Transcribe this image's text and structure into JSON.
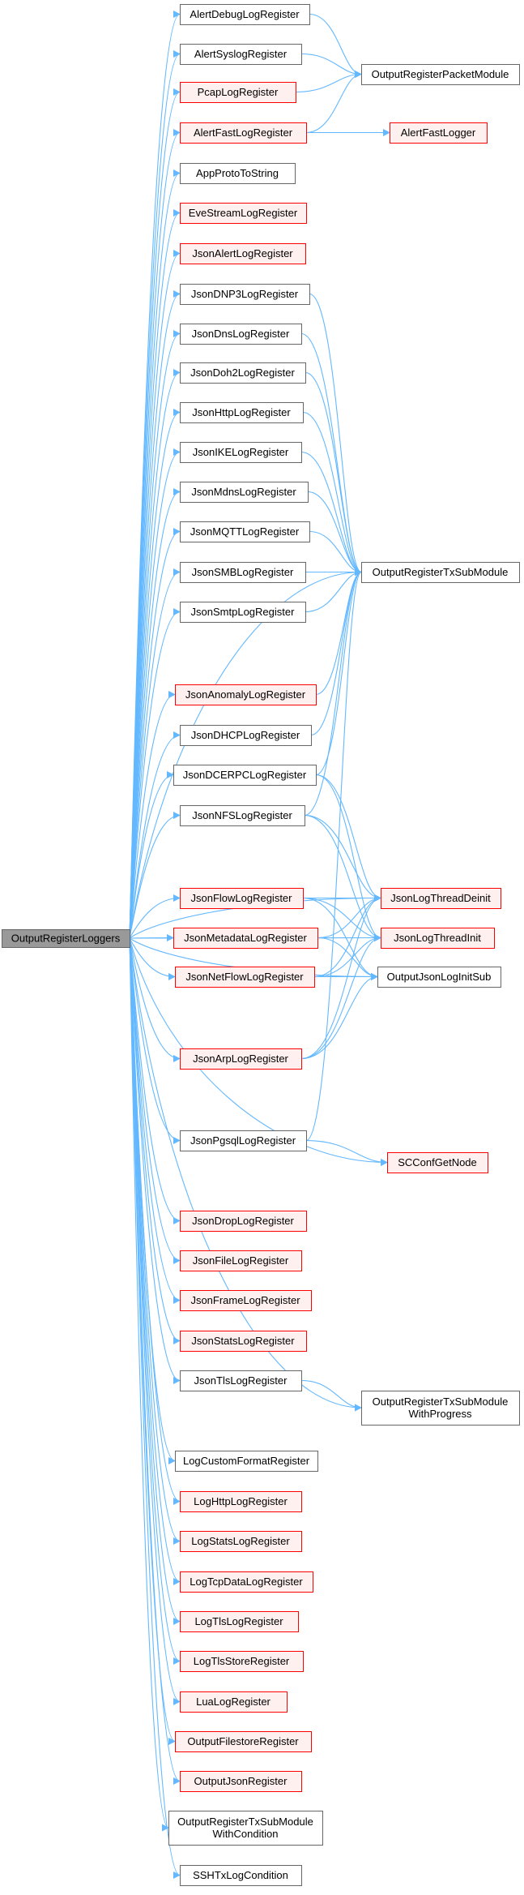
{
  "graph": {
    "root": "OutputRegisterLoggers",
    "nodes": [
      {
        "id": "OutputRegisterLoggers",
        "label": "OutputRegisterLoggers",
        "style": "root"
      },
      {
        "id": "AlertDebugLogRegister",
        "label": "AlertDebugLogRegister",
        "style": "black"
      },
      {
        "id": "AlertSyslogRegister",
        "label": "AlertSyslogRegister",
        "style": "black"
      },
      {
        "id": "PcapLogRegister",
        "label": "PcapLogRegister",
        "style": "red"
      },
      {
        "id": "AlertFastLogRegister",
        "label": "AlertFastLogRegister",
        "style": "red"
      },
      {
        "id": "AppProtoToString",
        "label": "AppProtoToString",
        "style": "black"
      },
      {
        "id": "EveStreamLogRegister",
        "label": "EveStreamLogRegister",
        "style": "red"
      },
      {
        "id": "JsonAlertLogRegister",
        "label": "JsonAlertLogRegister",
        "style": "red"
      },
      {
        "id": "JsonDNP3LogRegister",
        "label": "JsonDNP3LogRegister",
        "style": "black"
      },
      {
        "id": "JsonDnsLogRegister",
        "label": "JsonDnsLogRegister",
        "style": "black"
      },
      {
        "id": "JsonDoh2LogRegister",
        "label": "JsonDoh2LogRegister",
        "style": "black"
      },
      {
        "id": "JsonHttpLogRegister",
        "label": "JsonHttpLogRegister",
        "style": "black"
      },
      {
        "id": "JsonIKELogRegister",
        "label": "JsonIKELogRegister",
        "style": "black"
      },
      {
        "id": "JsonMdnsLogRegister",
        "label": "JsonMdnsLogRegister",
        "style": "black"
      },
      {
        "id": "JsonMQTTLogRegister",
        "label": "JsonMQTTLogRegister",
        "style": "black"
      },
      {
        "id": "JsonSMBLogRegister",
        "label": "JsonSMBLogRegister",
        "style": "black"
      },
      {
        "id": "JsonSmtpLogRegister",
        "label": "JsonSmtpLogRegister",
        "style": "black"
      },
      {
        "id": "JsonAnomalyLogRegister",
        "label": "JsonAnomalyLogRegister",
        "style": "red"
      },
      {
        "id": "JsonDHCPLogRegister",
        "label": "JsonDHCPLogRegister",
        "style": "black"
      },
      {
        "id": "JsonDCERPCLogRegister",
        "label": "JsonDCERPCLogRegister",
        "style": "black"
      },
      {
        "id": "JsonNFSLogRegister",
        "label": "JsonNFSLogRegister",
        "style": "black"
      },
      {
        "id": "JsonFlowLogRegister",
        "label": "JsonFlowLogRegister",
        "style": "red"
      },
      {
        "id": "JsonMetadataLogRegister",
        "label": "JsonMetadataLogRegister",
        "style": "red"
      },
      {
        "id": "JsonNetFlowLogRegister",
        "label": "JsonNetFlowLogRegister",
        "style": "red"
      },
      {
        "id": "JsonArpLogRegister",
        "label": "JsonArpLogRegister",
        "style": "red"
      },
      {
        "id": "JsonPgsqlLogRegister",
        "label": "JsonPgsqlLogRegister",
        "style": "black"
      },
      {
        "id": "JsonDropLogRegister",
        "label": "JsonDropLogRegister",
        "style": "red"
      },
      {
        "id": "JsonFileLogRegister",
        "label": "JsonFileLogRegister",
        "style": "red"
      },
      {
        "id": "JsonFrameLogRegister",
        "label": "JsonFrameLogRegister",
        "style": "red"
      },
      {
        "id": "JsonStatsLogRegister",
        "label": "JsonStatsLogRegister",
        "style": "red"
      },
      {
        "id": "JsonTlsLogRegister",
        "label": "JsonTlsLogRegister",
        "style": "black"
      },
      {
        "id": "LogCustomFormatRegister",
        "label": "LogCustomFormatRegister",
        "style": "black"
      },
      {
        "id": "LogHttpLogRegister",
        "label": "LogHttpLogRegister",
        "style": "red"
      },
      {
        "id": "LogStatsLogRegister",
        "label": "LogStatsLogRegister",
        "style": "red"
      },
      {
        "id": "LogTcpDataLogRegister",
        "label": "LogTcpDataLogRegister",
        "style": "red"
      },
      {
        "id": "LogTlsLogRegister",
        "label": "LogTlsLogRegister",
        "style": "red"
      },
      {
        "id": "LogTlsStoreRegister",
        "label": "LogTlsStoreRegister",
        "style": "red"
      },
      {
        "id": "LuaLogRegister",
        "label": "LuaLogRegister",
        "style": "red"
      },
      {
        "id": "OutputFilestoreRegister",
        "label": "OutputFilestoreRegister",
        "style": "red"
      },
      {
        "id": "OutputJsonRegister",
        "label": "OutputJsonRegister",
        "style": "red"
      },
      {
        "id": "OutputRegisterTxSubModuleWithCondition",
        "label": [
          "OutputRegisterTxSubModule",
          "WithCondition"
        ],
        "style": "black"
      },
      {
        "id": "SSHTxLogCondition",
        "label": "SSHTxLogCondition",
        "style": "black"
      },
      {
        "id": "OutputRegisterPacketModule",
        "label": "OutputRegisterPacketModule",
        "style": "black"
      },
      {
        "id": "AlertFastLogger",
        "label": "AlertFastLogger",
        "style": "red"
      },
      {
        "id": "OutputRegisterTxSubModule",
        "label": "OutputRegisterTxSubModule",
        "style": "black"
      },
      {
        "id": "JsonLogThreadDeinit",
        "label": "JsonLogThreadDeinit",
        "style": "red"
      },
      {
        "id": "JsonLogThreadInit",
        "label": "JsonLogThreadInit",
        "style": "red"
      },
      {
        "id": "OutputJsonLogInitSub",
        "label": "OutputJsonLogInitSub",
        "style": "black"
      },
      {
        "id": "SCConfGetNode",
        "label": "SCConfGetNode",
        "style": "red"
      },
      {
        "id": "OutputRegisterTxSubModuleWithProgress",
        "label": [
          "OutputRegisterTxSubModule",
          "WithProgress"
        ],
        "style": "black"
      }
    ],
    "edges": [
      [
        "OutputRegisterLoggers",
        "AlertDebugLogRegister"
      ],
      [
        "OutputRegisterLoggers",
        "AlertSyslogRegister"
      ],
      [
        "OutputRegisterLoggers",
        "PcapLogRegister"
      ],
      [
        "OutputRegisterLoggers",
        "AlertFastLogRegister"
      ],
      [
        "OutputRegisterLoggers",
        "AppProtoToString"
      ],
      [
        "OutputRegisterLoggers",
        "EveStreamLogRegister"
      ],
      [
        "OutputRegisterLoggers",
        "JsonAlertLogRegister"
      ],
      [
        "OutputRegisterLoggers",
        "JsonDNP3LogRegister"
      ],
      [
        "OutputRegisterLoggers",
        "JsonDnsLogRegister"
      ],
      [
        "OutputRegisterLoggers",
        "JsonDoh2LogRegister"
      ],
      [
        "OutputRegisterLoggers",
        "JsonHttpLogRegister"
      ],
      [
        "OutputRegisterLoggers",
        "JsonIKELogRegister"
      ],
      [
        "OutputRegisterLoggers",
        "JsonMdnsLogRegister"
      ],
      [
        "OutputRegisterLoggers",
        "JsonMQTTLogRegister"
      ],
      [
        "OutputRegisterLoggers",
        "JsonSMBLogRegister"
      ],
      [
        "OutputRegisterLoggers",
        "JsonSmtpLogRegister"
      ],
      [
        "OutputRegisterLoggers",
        "OutputRegisterTxSubModule"
      ],
      [
        "OutputRegisterLoggers",
        "JsonAnomalyLogRegister"
      ],
      [
        "OutputRegisterLoggers",
        "JsonDHCPLogRegister"
      ],
      [
        "OutputRegisterLoggers",
        "JsonDCERPCLogRegister"
      ],
      [
        "OutputRegisterLoggers",
        "JsonNFSLogRegister"
      ],
      [
        "OutputRegisterLoggers",
        "JsonLogThreadDeinit"
      ],
      [
        "OutputRegisterLoggers",
        "JsonFlowLogRegister"
      ],
      [
        "OutputRegisterLoggers",
        "JsonMetadataLogRegister"
      ],
      [
        "OutputRegisterLoggers",
        "JsonNetFlowLogRegister"
      ],
      [
        "OutputRegisterLoggers",
        "JsonLogThreadInit"
      ],
      [
        "OutputRegisterLoggers",
        "OutputJsonLogInitSub"
      ],
      [
        "OutputRegisterLoggers",
        "JsonArpLogRegister"
      ],
      [
        "OutputRegisterLoggers",
        "JsonPgsqlLogRegister"
      ],
      [
        "OutputRegisterLoggers",
        "SCConfGetNode"
      ],
      [
        "OutputRegisterLoggers",
        "JsonDropLogRegister"
      ],
      [
        "OutputRegisterLoggers",
        "JsonFileLogRegister"
      ],
      [
        "OutputRegisterLoggers",
        "JsonFrameLogRegister"
      ],
      [
        "OutputRegisterLoggers",
        "JsonStatsLogRegister"
      ],
      [
        "OutputRegisterLoggers",
        "JsonTlsLogRegister"
      ],
      [
        "OutputRegisterLoggers",
        "OutputRegisterTxSubModuleWithProgress"
      ],
      [
        "OutputRegisterLoggers",
        "LogCustomFormatRegister"
      ],
      [
        "OutputRegisterLoggers",
        "LogHttpLogRegister"
      ],
      [
        "OutputRegisterLoggers",
        "LogStatsLogRegister"
      ],
      [
        "OutputRegisterLoggers",
        "LogTcpDataLogRegister"
      ],
      [
        "OutputRegisterLoggers",
        "LogTlsLogRegister"
      ],
      [
        "OutputRegisterLoggers",
        "LogTlsStoreRegister"
      ],
      [
        "OutputRegisterLoggers",
        "LuaLogRegister"
      ],
      [
        "OutputRegisterLoggers",
        "OutputFilestoreRegister"
      ],
      [
        "OutputRegisterLoggers",
        "OutputJsonRegister"
      ],
      [
        "OutputRegisterLoggers",
        "OutputRegisterTxSubModuleWithCondition"
      ],
      [
        "OutputRegisterLoggers",
        "SSHTxLogCondition"
      ],
      [
        "AlertDebugLogRegister",
        "OutputRegisterPacketModule"
      ],
      [
        "AlertSyslogRegister",
        "OutputRegisterPacketModule"
      ],
      [
        "PcapLogRegister",
        "OutputRegisterPacketModule"
      ],
      [
        "AlertFastLogRegister",
        "OutputRegisterPacketModule"
      ],
      [
        "AlertFastLogRegister",
        "AlertFastLogger"
      ],
      [
        "JsonDNP3LogRegister",
        "OutputRegisterTxSubModule"
      ],
      [
        "JsonDnsLogRegister",
        "OutputRegisterTxSubModule"
      ],
      [
        "JsonDoh2LogRegister",
        "OutputRegisterTxSubModule"
      ],
      [
        "JsonHttpLogRegister",
        "OutputRegisterTxSubModule"
      ],
      [
        "JsonIKELogRegister",
        "OutputRegisterTxSubModule"
      ],
      [
        "JsonMdnsLogRegister",
        "OutputRegisterTxSubModule"
      ],
      [
        "JsonMQTTLogRegister",
        "OutputRegisterTxSubModule"
      ],
      [
        "JsonSMBLogRegister",
        "OutputRegisterTxSubModule"
      ],
      [
        "JsonSmtpLogRegister",
        "OutputRegisterTxSubModule"
      ],
      [
        "JsonAnomalyLogRegister",
        "OutputRegisterTxSubModule"
      ],
      [
        "JsonDHCPLogRegister",
        "OutputRegisterTxSubModule"
      ],
      [
        "JsonDCERPCLogRegister",
        "OutputRegisterTxSubModule"
      ],
      [
        "JsonDCERPCLogRegister",
        "JsonLogThreadDeinit"
      ],
      [
        "JsonDCERPCLogRegister",
        "JsonLogThreadInit"
      ],
      [
        "JsonNFSLogRegister",
        "OutputRegisterTxSubModule"
      ],
      [
        "JsonNFSLogRegister",
        "JsonLogThreadDeinit"
      ],
      [
        "JsonNFSLogRegister",
        "JsonLogThreadInit"
      ],
      [
        "JsonFlowLogRegister",
        "JsonLogThreadDeinit"
      ],
      [
        "JsonFlowLogRegister",
        "JsonLogThreadInit"
      ],
      [
        "JsonFlowLogRegister",
        "OutputJsonLogInitSub"
      ],
      [
        "JsonMetadataLogRegister",
        "JsonLogThreadDeinit"
      ],
      [
        "JsonMetadataLogRegister",
        "JsonLogThreadInit"
      ],
      [
        "JsonMetadataLogRegister",
        "OutputJsonLogInitSub"
      ],
      [
        "JsonNetFlowLogRegister",
        "JsonLogThreadDeinit"
      ],
      [
        "JsonNetFlowLogRegister",
        "JsonLogThreadInit"
      ],
      [
        "JsonNetFlowLogRegister",
        "OutputJsonLogInitSub"
      ],
      [
        "JsonArpLogRegister",
        "JsonLogThreadDeinit"
      ],
      [
        "JsonArpLogRegister",
        "JsonLogThreadInit"
      ],
      [
        "JsonArpLogRegister",
        "OutputJsonLogInitSub"
      ],
      [
        "JsonPgsqlLogRegister",
        "OutputRegisterTxSubModule"
      ],
      [
        "JsonPgsqlLogRegister",
        "SCConfGetNode"
      ],
      [
        "JsonTlsLogRegister",
        "OutputRegisterTxSubModuleWithProgress"
      ]
    ]
  }
}
